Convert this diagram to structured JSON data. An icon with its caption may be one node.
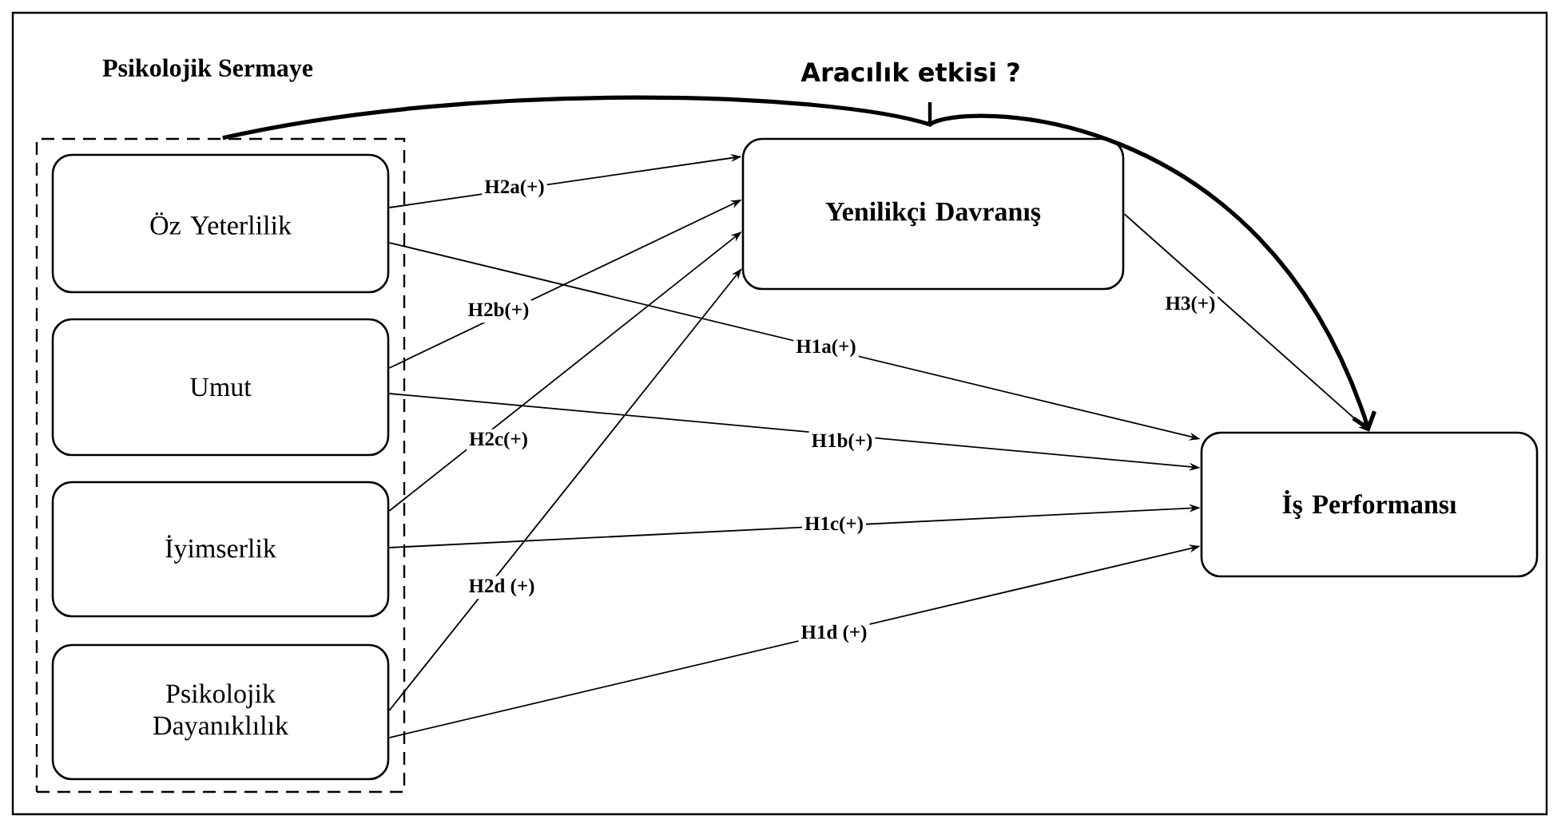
{
  "diagram": {
    "nodes": [
      {
        "text": [
          "Psikolojik Sermaye"
        ]
      },
      {
        "text": [
          "Öz Yeterlilik"
        ],
        "in": 0
      },
      {
        "text": [
          "Umut"
        ],
        "in": 0
      },
      {
        "text": [
          "İyimserlik"
        ],
        "in": 0
      },
      {
        "text": [
          "Psikolojik Dayanıklılık"
        ],
        "in": 0
      },
      {
        "text": [
          "Yenilikçi Davranış"
        ]
      },
      {
        "text": [
          "İş Performansı"
        ]
      }
    ],
    "edges": [
      {
        "from": 1,
        "to": 5,
        "arrow": "to",
        "label": "H2a(+)"
      },
      {
        "from": 1,
        "to": 6,
        "arrow": "to",
        "label": "H1a(+)"
      },
      {
        "from": 2,
        "to": 5,
        "arrow": "to",
        "label": "H2b(+)"
      },
      {
        "from": 2,
        "to": 6,
        "arrow": "to",
        "label": "H1b(+)"
      },
      {
        "from": 3,
        "to": 5,
        "arrow": "to",
        "label": "H2c(+)"
      },
      {
        "from": 3,
        "to": 6,
        "arrow": "to",
        "label": "H1c(+)"
      },
      {
        "from": 4,
        "to": 5,
        "arrow": "to",
        "label": "H2d (+)"
      },
      {
        "from": 4,
        "to": 6,
        "arrow": "to",
        "label": "H1d (+)"
      },
      {
        "from": 5,
        "to": 6,
        "arrow": "to",
        "label": "H3(+)"
      },
      {
        "from": 0,
        "to": 6,
        "arrow": "to",
        "label": "Aracılık etkisi ?",
        "style": "thick"
      }
    ]
  }
}
